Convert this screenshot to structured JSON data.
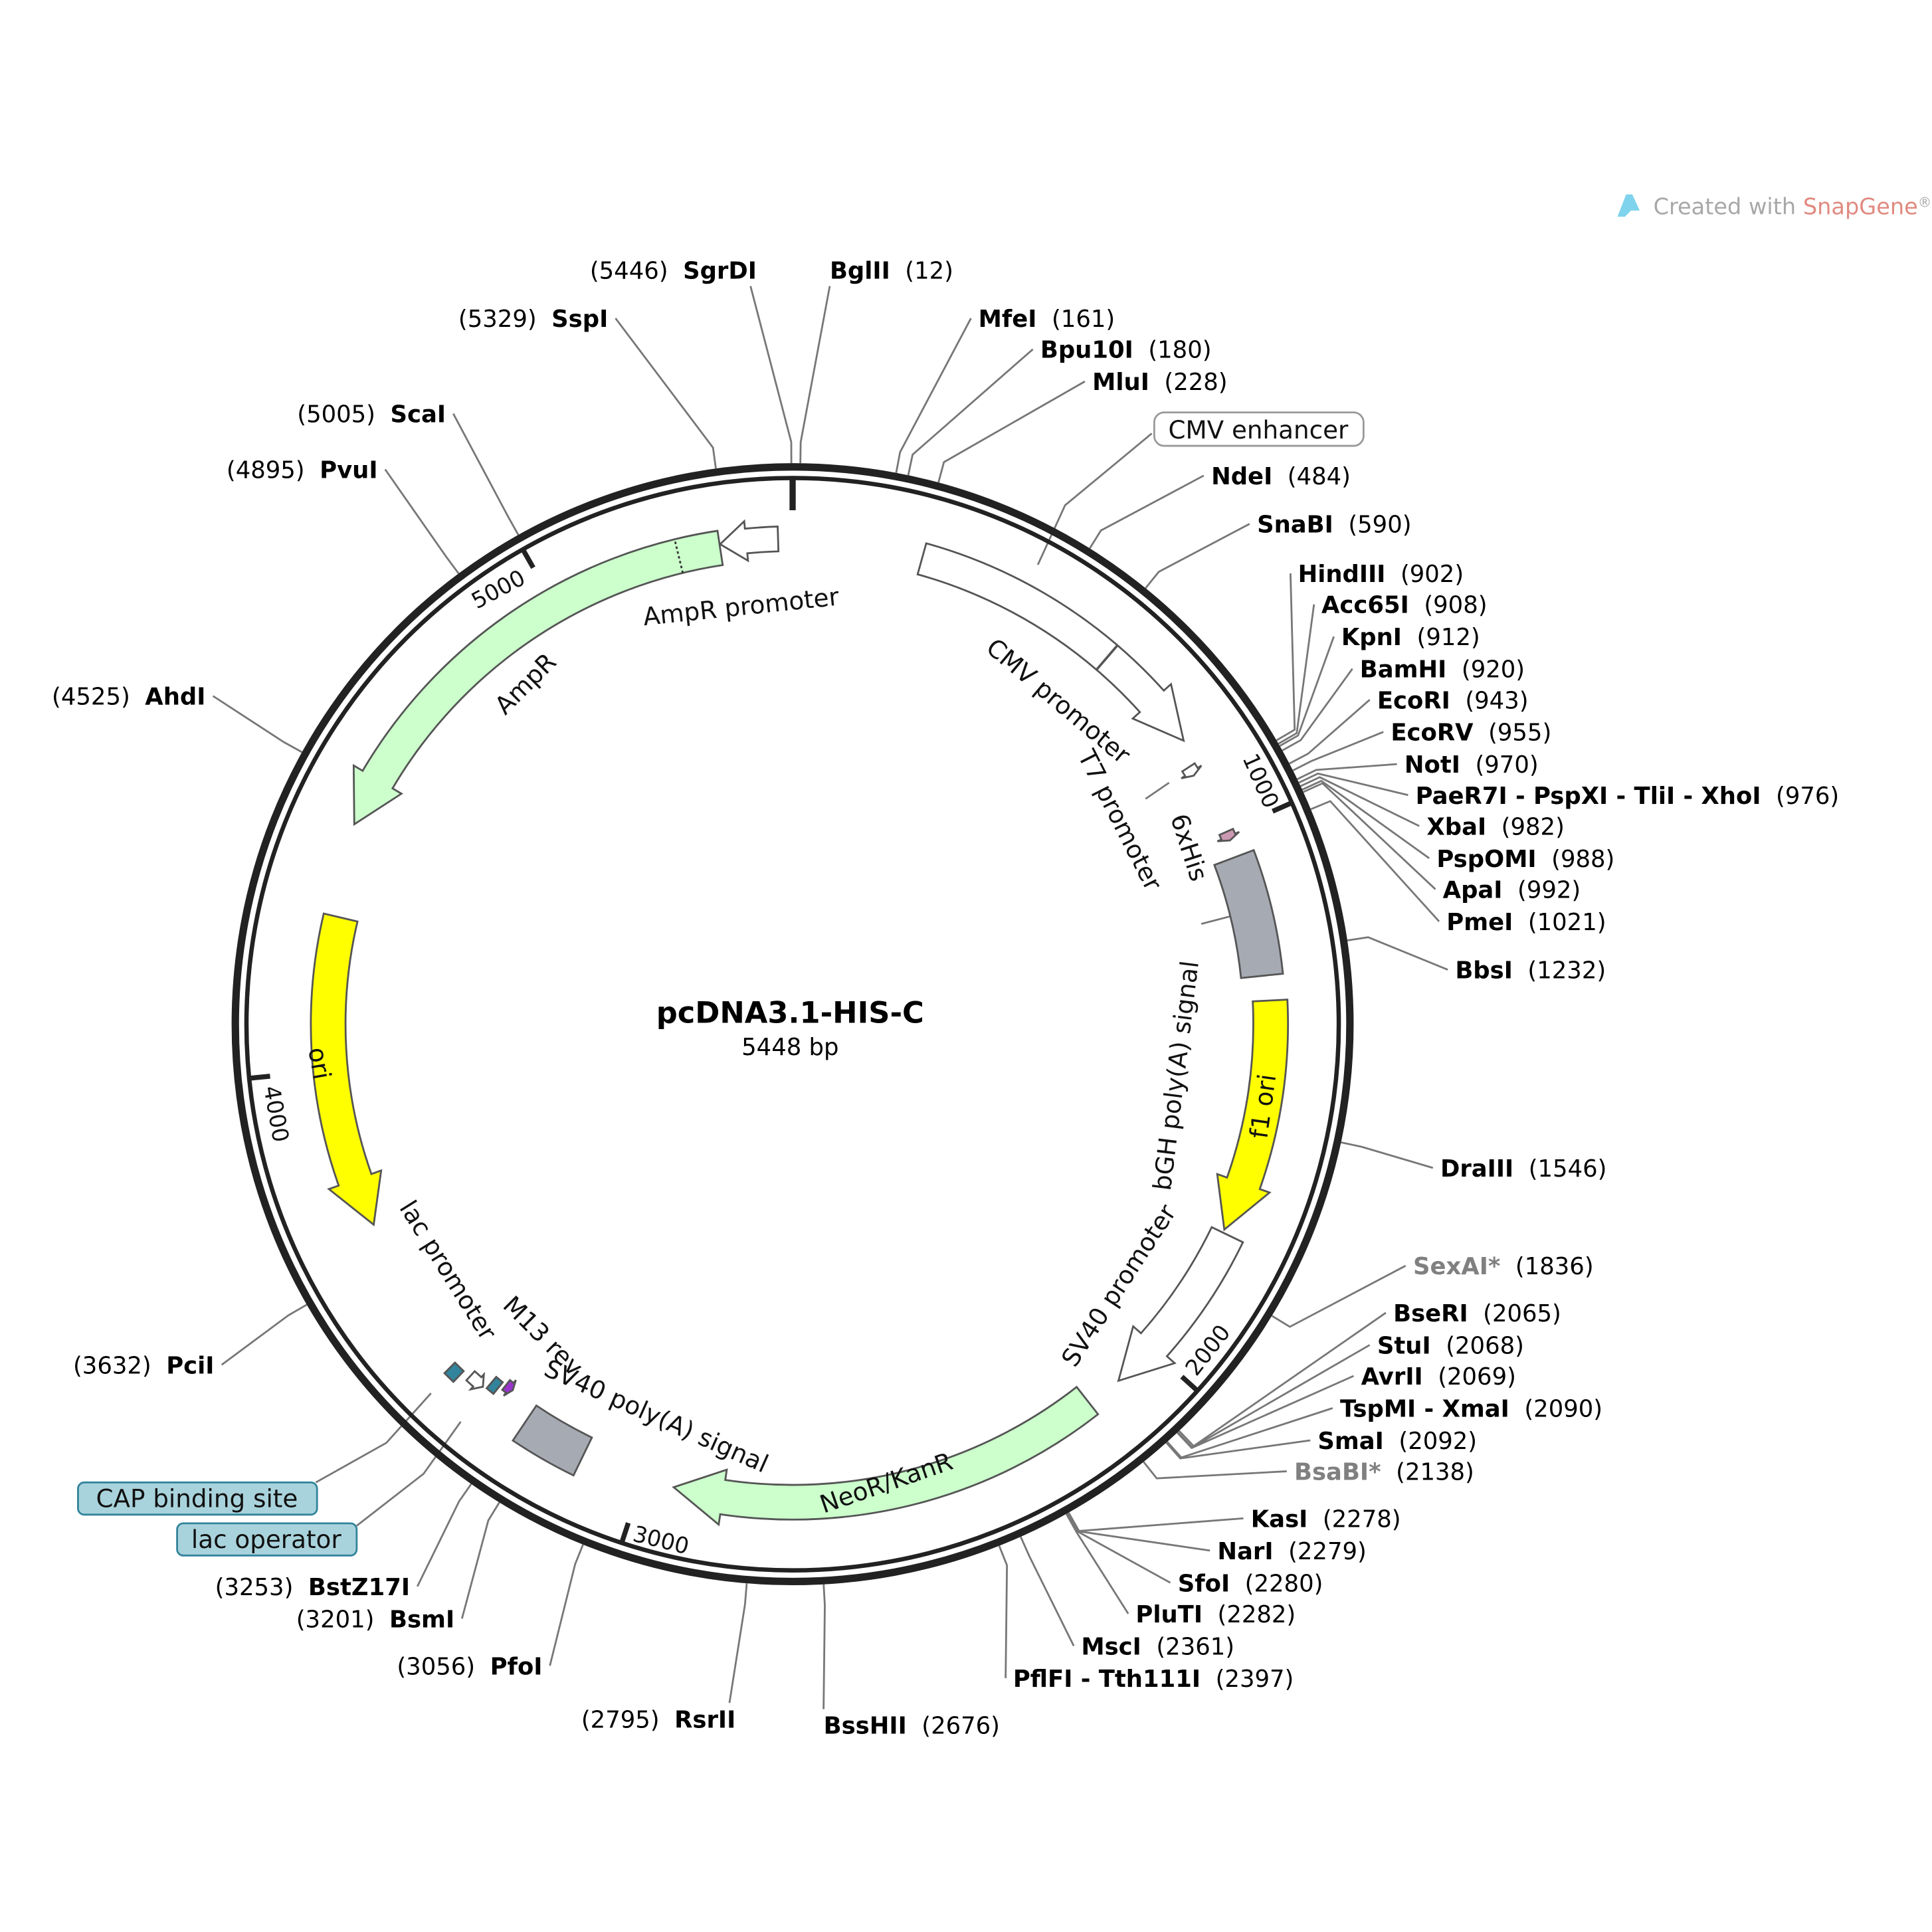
{
  "watermark": {
    "text": "Created with ",
    "brand": "SnapGene",
    "reg": "®",
    "brand_color": "#e08a80"
  },
  "plasmid": {
    "name": "pcDNA3.1-HIS-C",
    "length_label": "5448 bp",
    "length_bp": 5448
  },
  "ticks": [
    {
      "bp": 1000,
      "label": "1000"
    },
    {
      "bp": 2000,
      "label": "2000"
    },
    {
      "bp": 3000,
      "label": "3000"
    },
    {
      "bp": 4000,
      "label": "4000"
    },
    {
      "bp": 5000,
      "label": "5000"
    }
  ],
  "features": [
    {
      "name": "CMV enhancer",
      "start": 235,
      "end": 614,
      "direction": "none",
      "color": "#ffffff"
    },
    {
      "name": "CMV promoter",
      "start": 615,
      "end": 818,
      "direction": "forward",
      "color": "#ffffff"
    },
    {
      "name": "T7 promoter",
      "start": 863,
      "end": 881,
      "direction": "forward",
      "color": "#ffffff"
    },
    {
      "name": "6xHis",
      "start": 1000,
      "end": 1017,
      "direction": "forward",
      "color": "#cc99b2"
    },
    {
      "name": "bGH poly(A) signal",
      "start": 1049,
      "end": 1273,
      "direction": "none",
      "color": "#a6abb3"
    },
    {
      "name": "f1 ori",
      "start": 1319,
      "end": 1747,
      "direction": "forward",
      "color": "#ffff00"
    },
    {
      "name": "SV40 promoter",
      "start": 1753,
      "end": 2082,
      "direction": "forward",
      "color": "#ffffff"
    },
    {
      "name": "NeoR/KanR",
      "start": 2148,
      "end": 2942,
      "direction": "forward",
      "color": "#ccffcc"
    },
    {
      "name": "SV40 poly(A) signal",
      "start": 3116,
      "end": 3237,
      "direction": "none",
      "color": "#a6abb3"
    },
    {
      "name": "M13 rev",
      "start": 3290,
      "end": 3306,
      "direction": "reverse",
      "color": "#9933cc"
    },
    {
      "name": "lac operator",
      "start": 3314,
      "end": 3330,
      "direction": "none",
      "color": "#31849b"
    },
    {
      "name": "lac promoter",
      "start": 3337,
      "end": 3367,
      "direction": "reverse",
      "color": "#ffffff"
    },
    {
      "name": "CAP binding site",
      "start": 3382,
      "end": 3404,
      "direction": "none",
      "color": "#31849b"
    },
    {
      "name": "ori",
      "start": 3699,
      "end": 4287,
      "direction": "reverse",
      "color": "#ffff00"
    },
    {
      "name": "AmpR",
      "start": 4457,
      "end": 5317,
      "direction": "reverse",
      "color": "#ccffcc"
    },
    {
      "name": "AmpR promoter",
      "start": 5318,
      "end": 5422,
      "direction": "reverse",
      "color": "#ffffff"
    }
  ],
  "enzymes": [
    {
      "name": "BglII",
      "site": "(12)",
      "color": "#000000"
    },
    {
      "name": "MfeI",
      "site": "(161)",
      "color": "#000000"
    },
    {
      "name": "Bpu10I",
      "site": "(180)",
      "color": "#000000"
    },
    {
      "name": "MluI",
      "site": "(228)",
      "color": "#000000"
    },
    {
      "name": "NdeI",
      "site": "(484)",
      "color": "#000000"
    },
    {
      "name": "SnaBI",
      "site": "(590)",
      "color": "#000000"
    },
    {
      "name": "HindIII",
      "site": "(902)",
      "color": "#000000"
    },
    {
      "name": "Acc65I",
      "site": "(908)",
      "color": "#000000"
    },
    {
      "name": "KpnI",
      "site": "(912)",
      "color": "#000000"
    },
    {
      "name": "BamHI",
      "site": "(920)",
      "color": "#000000"
    },
    {
      "name": "EcoRI",
      "site": "(943)",
      "color": "#000000"
    },
    {
      "name": "EcoRV",
      "site": "(955)",
      "color": "#000000"
    },
    {
      "name": "NotI",
      "site": "(970)",
      "color": "#000000"
    },
    {
      "name": "PaeR7I - PspXI - TliI - XhoI",
      "site": "(976)",
      "color": "#000000"
    },
    {
      "name": "XbaI",
      "site": "(982)",
      "color": "#000000"
    },
    {
      "name": "PspOMI",
      "site": "(988)",
      "color": "#000000"
    },
    {
      "name": "ApaI",
      "site": "(992)",
      "color": "#000000"
    },
    {
      "name": "PmeI",
      "site": "(1021)",
      "color": "#000000"
    },
    {
      "name": "BbsI",
      "site": "(1232)",
      "color": "#000000"
    },
    {
      "name": "DraIII",
      "site": "(1546)",
      "color": "#000000"
    },
    {
      "name": "SexAI*",
      "site": "(1836)",
      "color": "#808080"
    },
    {
      "name": "BseRI",
      "site": "(2065)",
      "color": "#000000"
    },
    {
      "name": "StuI",
      "site": "(2068)",
      "color": "#000000"
    },
    {
      "name": "AvrII",
      "site": "(2069)",
      "color": "#000000"
    },
    {
      "name": "TspMI - XmaI",
      "site": "(2090)",
      "color": "#000000"
    },
    {
      "name": "SmaI",
      "site": "(2092)",
      "color": "#000000"
    },
    {
      "name": "BsaBI*",
      "site": "(2138)",
      "color": "#808080"
    },
    {
      "name": "KasI",
      "site": "(2278)",
      "color": "#000000"
    },
    {
      "name": "NarI",
      "site": "(2279)",
      "color": "#000000"
    },
    {
      "name": "SfoI",
      "site": "(2280)",
      "color": "#000000"
    },
    {
      "name": "PluTI",
      "site": "(2282)",
      "color": "#000000"
    },
    {
      "name": "MscI",
      "site": "(2361)",
      "color": "#000000"
    },
    {
      "name": "PflFI - Tth111I",
      "site": "(2397)",
      "color": "#000000"
    },
    {
      "name": "BssHII",
      "site": "(2676)",
      "color": "#000000"
    },
    {
      "name": "RsrII",
      "site": "(2795)",
      "color": "#000000"
    },
    {
      "name": "PfoI",
      "site": "(3056)",
      "color": "#000000"
    },
    {
      "name": "BsmI",
      "site": "(3201)",
      "color": "#000000"
    },
    {
      "name": "BstZ17I",
      "site": "(3253)",
      "color": "#000000"
    },
    {
      "name": "PciI",
      "site": "(3632)",
      "color": "#000000"
    },
    {
      "name": "AhdI",
      "site": "(4525)",
      "color": "#000000"
    },
    {
      "name": "PvuI",
      "site": "(4895)",
      "color": "#000000"
    },
    {
      "name": "ScaI",
      "site": "(5005)",
      "color": "#000000"
    },
    {
      "name": "SspI",
      "site": "(5329)",
      "color": "#000000"
    },
    {
      "name": "SgrDI",
      "site": "(5446)",
      "color": "#000000"
    }
  ]
}
